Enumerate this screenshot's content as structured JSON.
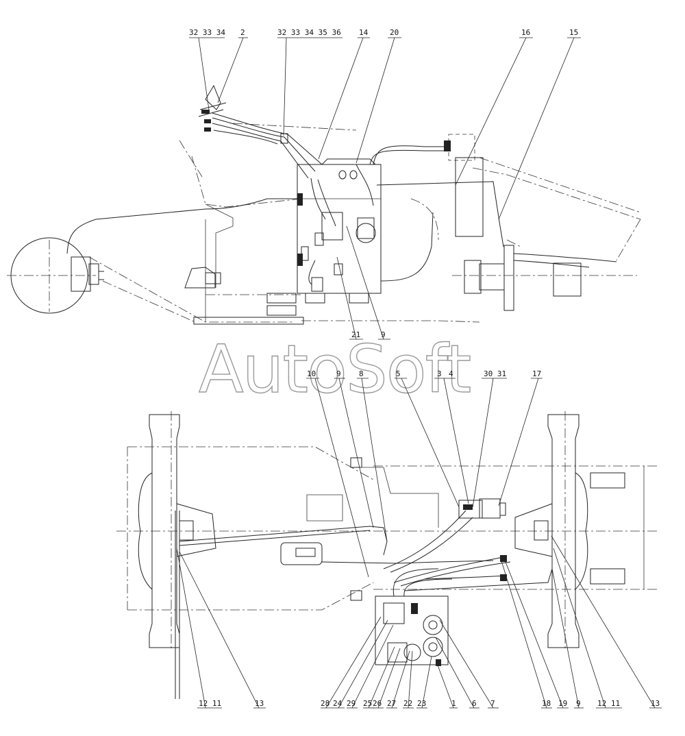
{
  "watermark": "AutoSoft",
  "top_view": {
    "callouts": [
      {
        "label": "32 33 34"
      },
      {
        "label": "2"
      },
      {
        "label": "32 33 34 35 36"
      },
      {
        "label": "14"
      },
      {
        "label": "20"
      },
      {
        "label": "16"
      },
      {
        "label": "15"
      },
      {
        "label": "21"
      },
      {
        "label": "9"
      }
    ]
  },
  "bottom_view": {
    "callouts_top": [
      {
        "label": "10"
      },
      {
        "label": "9"
      },
      {
        "label": "8"
      },
      {
        "label": "5"
      },
      {
        "label": "3"
      },
      {
        "label": "4"
      },
      {
        "label": "30 31"
      },
      {
        "label": "17"
      }
    ],
    "callouts_bottom": [
      {
        "label": "12 11"
      },
      {
        "label": "13"
      },
      {
        "label": "28"
      },
      {
        "label": "24"
      },
      {
        "label": "29"
      },
      {
        "label": "25"
      },
      {
        "label": "26"
      },
      {
        "label": "27"
      },
      {
        "label": "22"
      },
      {
        "label": "23"
      },
      {
        "label": "1"
      },
      {
        "label": "6"
      },
      {
        "label": "7"
      },
      {
        "label": "18"
      },
      {
        "label": "19"
      },
      {
        "label": "9"
      },
      {
        "label": "12 11"
      },
      {
        "label": "13"
      }
    ]
  }
}
